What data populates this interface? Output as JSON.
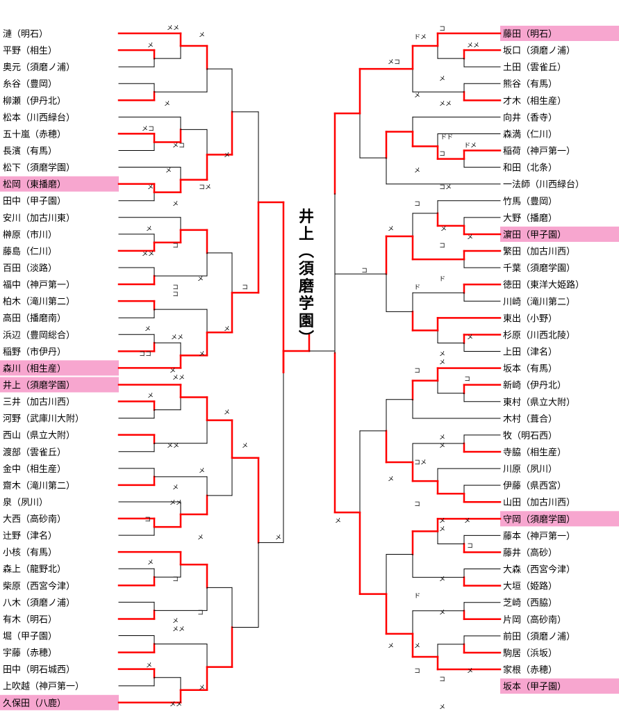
{
  "champion": "井上(須磨学園)",
  "colors": {
    "winner_line": "#ff0000",
    "loser_line": "#000000",
    "highlight": "#f7a6cf"
  },
  "left": {
    "players": [
      {
        "name": "漣",
        "school": "明石",
        "hl": false
      },
      {
        "name": "平野",
        "school": "相生",
        "hl": false
      },
      {
        "name": "奥元",
        "school": "須磨ノ浦",
        "hl": false
      },
      {
        "name": "糸谷",
        "school": "豊岡",
        "hl": false
      },
      {
        "name": "柳瀬",
        "school": "伊丹北",
        "hl": false
      },
      {
        "name": "松本",
        "school": "川西緑台",
        "hl": false
      },
      {
        "name": "五十嵐",
        "school": "赤穂",
        "hl": false
      },
      {
        "name": "長濱",
        "school": "有馬",
        "hl": false
      },
      {
        "name": "松下",
        "school": "須磨学園",
        "hl": false
      },
      {
        "name": "松岡",
        "school": "東播磨",
        "hl": true
      },
      {
        "name": "田中",
        "school": "甲子園",
        "hl": false
      },
      {
        "name": "安川",
        "school": "加古川東",
        "hl": false
      },
      {
        "name": "榊原",
        "school": "市川",
        "hl": false
      },
      {
        "name": "藤島",
        "school": "仁川",
        "hl": false
      },
      {
        "name": "百田",
        "school": "淡路",
        "hl": false
      },
      {
        "name": "福中",
        "school": "神戸第一",
        "hl": false
      },
      {
        "name": "柏木",
        "school": "滝川第二",
        "hl": false
      },
      {
        "name": "高田",
        "school": "播磨南",
        "hl": false
      },
      {
        "name": "浜辺",
        "school": "豊岡総合",
        "hl": false
      },
      {
        "name": "稲野",
        "school": "市伊丹",
        "hl": false
      },
      {
        "name": "森川",
        "school": "相生産",
        "hl": true
      },
      {
        "name": "井上",
        "school": "須磨学園",
        "hl": true
      },
      {
        "name": "三井",
        "school": "加古川西",
        "hl": false
      },
      {
        "name": "河野",
        "school": "武庫川大附",
        "hl": false
      },
      {
        "name": "西山",
        "school": "県立大附",
        "hl": false
      },
      {
        "name": "渡部",
        "school": "雲雀丘",
        "hl": false
      },
      {
        "name": "金中",
        "school": "相生産",
        "hl": false
      },
      {
        "name": "齋木",
        "school": "滝川第二",
        "hl": false
      },
      {
        "name": "泉",
        "school": "夙川",
        "hl": false
      },
      {
        "name": "大西",
        "school": "高砂南",
        "hl": false
      },
      {
        "name": "辻野",
        "school": "津名",
        "hl": false
      },
      {
        "name": "小核",
        "school": "有馬",
        "hl": false
      },
      {
        "name": "森上",
        "school": "龍野北",
        "hl": false
      },
      {
        "name": "柴原",
        "school": "西宮今津",
        "hl": false
      },
      {
        "name": "八木",
        "school": "須磨ノ浦",
        "hl": false
      },
      {
        "name": "有木",
        "school": "明石",
        "hl": false
      },
      {
        "name": "堀",
        "school": "甲子園",
        "hl": false
      },
      {
        "name": "宇藤",
        "school": "赤穂",
        "hl": false
      },
      {
        "name": "田中",
        "school": "明石城西",
        "hl": false
      },
      {
        "name": "上吹越",
        "school": "神戸第一",
        "hl": false
      },
      {
        "name": "久保田",
        "school": "八鹿",
        "hl": true
      }
    ]
  },
  "right": {
    "players": [
      {
        "name": "藤田",
        "school": "明石",
        "hl": true
      },
      {
        "name": "坂口",
        "school": "須磨ノ浦",
        "hl": false
      },
      {
        "name": "土田",
        "school": "雲雀丘",
        "hl": false
      },
      {
        "name": "熊谷",
        "school": "有馬",
        "hl": false
      },
      {
        "name": "才木",
        "school": "相生産",
        "hl": false
      },
      {
        "name": "向井",
        "school": "香寺",
        "hl": false
      },
      {
        "name": "森満",
        "school": "仁川",
        "hl": false
      },
      {
        "name": "稲荷",
        "school": "神戸第一",
        "hl": false
      },
      {
        "name": "和田",
        "school": "北条",
        "hl": false
      },
      {
        "name": "一法師",
        "school": "川西緑台",
        "hl": false
      },
      {
        "name": "竹馬",
        "school": "豊岡",
        "hl": false
      },
      {
        "name": "大野",
        "school": "播磨",
        "hl": false
      },
      {
        "name": "濵田",
        "school": "甲子園",
        "hl": true
      },
      {
        "name": "繁田",
        "school": "加古川西",
        "hl": false
      },
      {
        "name": "千葉",
        "school": "須磨学園",
        "hl": false
      },
      {
        "name": "徳田",
        "school": "東洋大姫路",
        "hl": false
      },
      {
        "name": "川崎",
        "school": "滝川第二",
        "hl": false
      },
      {
        "name": "東出",
        "school": "小野",
        "hl": false
      },
      {
        "name": "杉原",
        "school": "川西北陵",
        "hl": false
      },
      {
        "name": "上田",
        "school": "津名",
        "hl": false
      },
      {
        "name": "坂本",
        "school": "有馬",
        "hl": false
      },
      {
        "name": "新崎",
        "school": "伊丹北",
        "hl": false
      },
      {
        "name": "東村",
        "school": "県立大附",
        "hl": false
      },
      {
        "name": "木村",
        "school": "葺合",
        "hl": false
      },
      {
        "name": "牧",
        "school": "明石西",
        "hl": false
      },
      {
        "name": "寺脇",
        "school": "相生産",
        "hl": false
      },
      {
        "name": "川原",
        "school": "夙川",
        "hl": false
      },
      {
        "name": "伊藤",
        "school": "県西宮",
        "hl": false
      },
      {
        "name": "山田",
        "school": "加古川西",
        "hl": false
      },
      {
        "name": "守岡",
        "school": "須磨学園",
        "hl": true
      },
      {
        "name": "藤本",
        "school": "神戸第一",
        "hl": false
      },
      {
        "name": "藤井",
        "school": "高砂",
        "hl": false
      },
      {
        "name": "大森",
        "school": "西宮今津",
        "hl": false
      },
      {
        "name": "大垣",
        "school": "姫路",
        "hl": false
      },
      {
        "name": "芝崎",
        "school": "西脇",
        "hl": false
      },
      {
        "name": "片岡",
        "school": "高砂南",
        "hl": false
      },
      {
        "name": "前田",
        "school": "須磨ノ浦",
        "hl": false
      },
      {
        "name": "駒居",
        "school": "浜坂",
        "hl": false
      },
      {
        "name": "家根",
        "school": "赤穂",
        "hl": false
      },
      {
        "name": "坂本",
        "school": "甲子園",
        "hl": true
      }
    ]
  },
  "marks": {
    "left": [
      "メメ",
      "メ",
      "メ",
      "メ",
      "メコ",
      "メコ",
      "メ",
      "メ",
      "コメ",
      "メ",
      "メ",
      "メ",
      "コ",
      "メメ",
      "メ",
      "コ",
      "コ",
      "メ",
      "メメ",
      "メ",
      "メ",
      "ココ",
      "メ",
      "メメ",
      "コ",
      "メ",
      "メ",
      "メメ",
      "メ",
      "メ",
      "メメ",
      "コ",
      "メ",
      "メ",
      "メ",
      "コ",
      "コ",
      "メ",
      "メメ",
      "メ",
      "メ",
      "メメ",
      "メ"
    ],
    "right": [
      "コ",
      "ドメ",
      "メコ",
      "メメ",
      "メ",
      "メ",
      "メメ",
      "ドド",
      "ドメ",
      "コ",
      "メ",
      "コメ",
      "コ",
      "メ",
      "メ",
      "メ",
      "コ",
      "コ",
      "ド",
      "ド",
      "メ",
      "メ",
      "コ",
      "メ",
      "コ",
      "メ",
      "メ",
      "コメ",
      "メ",
      "メ",
      "メ",
      "コ",
      "メ",
      "コ",
      "メ",
      "ド",
      "メ",
      "メ",
      "コ",
      "メ",
      "コ",
      "メ",
      "メ",
      "メ"
    ]
  }
}
